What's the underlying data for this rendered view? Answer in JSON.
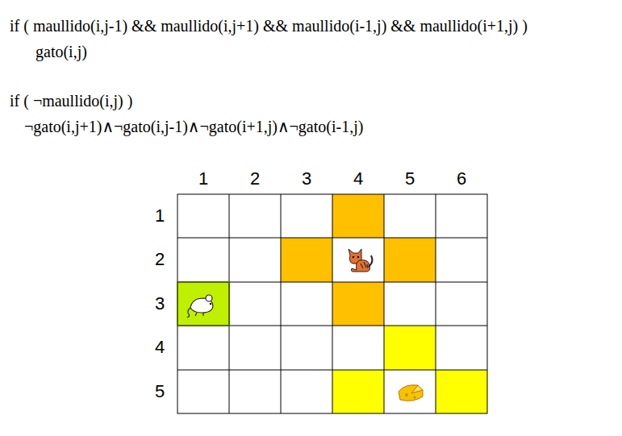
{
  "diagram": {
    "labels": [
      "if ( maullido(i,j-1) && maullido(i,j+1) && maullido(i-1,j) && maullido(i+1,j) )",
      "gato(i,j)",
      "if ( ¬maullido(i,j) )",
      "¬gato(i,j+1)∧¬gato(i,j-1)∧¬gato(i+1,j)∧¬gato(i-1,j)",
      "1",
      "2",
      "3",
      "4",
      "5",
      "6",
      "1",
      "2",
      "3",
      "4",
      "5"
    ]
  }
}
